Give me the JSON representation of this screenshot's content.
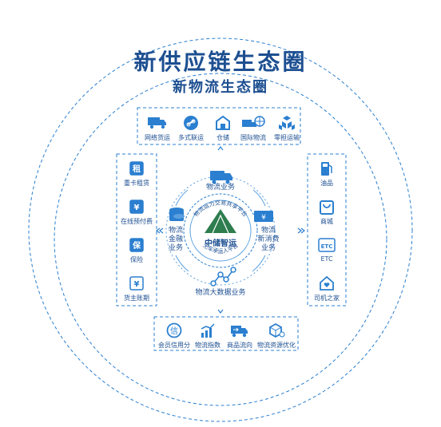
{
  "title": "新供应链生态圈",
  "subtitle": "新物流生态圈",
  "top_row": [
    {
      "icon": "truck-icon",
      "label": "网络货运"
    },
    {
      "icon": "link-icon",
      "label": "多式联运"
    },
    {
      "icon": "warehouse-icon",
      "label": "仓储"
    },
    {
      "icon": "global-truck-icon",
      "label": "国际物流"
    },
    {
      "icon": "boxes-icon",
      "label": "零担运输"
    }
  ],
  "left_column": [
    {
      "icon": "rent-icon",
      "glyph": "租",
      "label": "重卡租赁"
    },
    {
      "icon": "yuan-icon",
      "glyph": "¥",
      "label": "在线预付费"
    },
    {
      "icon": "shield-icon",
      "glyph": "保",
      "label": "保险"
    },
    {
      "icon": "ledger-icon",
      "glyph": "¥",
      "label": "货主账期"
    }
  ],
  "right_column": [
    {
      "icon": "fuel-icon",
      "glyph": "",
      "label": "油品"
    },
    {
      "icon": "bag-icon",
      "glyph": "",
      "label": "商城"
    },
    {
      "icon": "etc-icon",
      "glyph": "ETC",
      "label": "ETC"
    },
    {
      "icon": "home-heart-icon",
      "glyph": "",
      "label": "司机之家"
    }
  ],
  "bottom_row": [
    {
      "icon": "credit-icon",
      "label": "会员信用分"
    },
    {
      "icon": "index-chart-icon",
      "label": "物流指数"
    },
    {
      "icon": "flow-truck-icon",
      "label": "商品流向"
    },
    {
      "icon": "resource-icon",
      "label": "物流资源优化"
    }
  ],
  "services": {
    "top": "物流业务",
    "left": "物流\n金融\n业务",
    "right": "物流\n新消费\n业务",
    "bottom": "物流大数据业务"
  },
  "center": {
    "upper_arc": "物流运力交易共享平台",
    "lower_arc": "无车承运人平台",
    "logo_text": "中储智运"
  },
  "colors": {
    "primary": "#1d4f91",
    "accent": "#2b7fd0",
    "light": "#5aa0e0",
    "green": "#2e7d4f"
  }
}
